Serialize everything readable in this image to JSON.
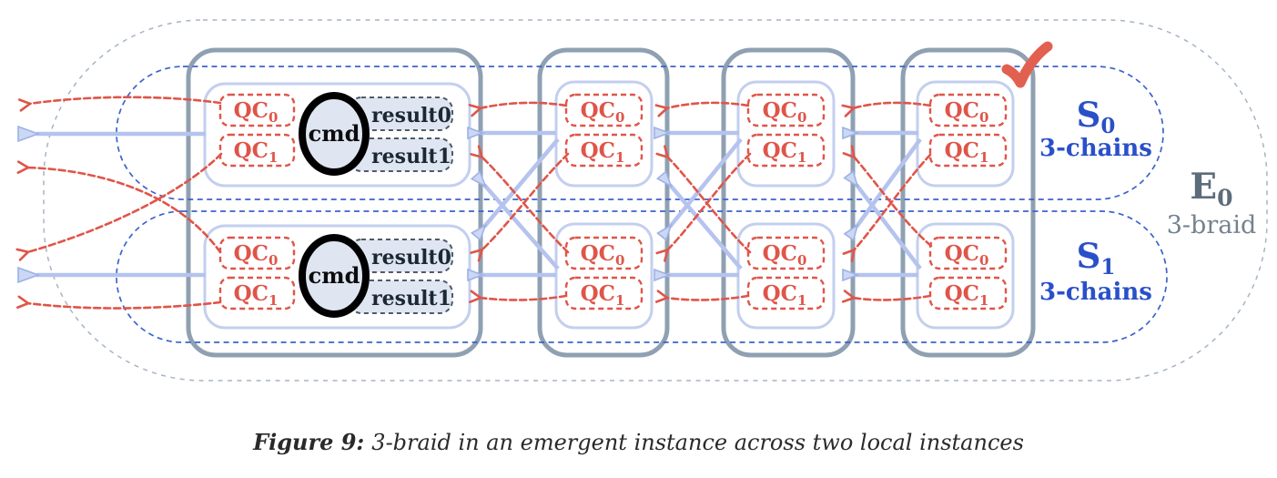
{
  "labels": {
    "qc0": {
      "main": "QC",
      "sub": "0"
    },
    "qc1": {
      "main": "QC",
      "sub": "1"
    },
    "cmd": "cmd",
    "result0": "result0",
    "result1": "result1",
    "s0": {
      "main": "S",
      "sub": "0",
      "tag": "3-chains"
    },
    "s1": {
      "main": "S",
      "sub": "1",
      "tag": "3-chains"
    },
    "e0": {
      "main": "E",
      "sub": "0",
      "tag": "3-braid"
    }
  },
  "caption": {
    "prefix": "Figure 9:",
    "text": "3-braid in an emergent instance across two local instances"
  },
  "colors": {
    "red_accent": "#df5549",
    "blue_arrow": "#b5c3ee",
    "blue_region": "#3b63cc",
    "outer_region": "#a7b4c4",
    "column_border": "#8fa0b2",
    "inner_border": "#c3cfee",
    "light_fill": "#dfe6f2",
    "s_label_blue": "#2a50c8",
    "e_label_gray": "#5d6c7b"
  }
}
